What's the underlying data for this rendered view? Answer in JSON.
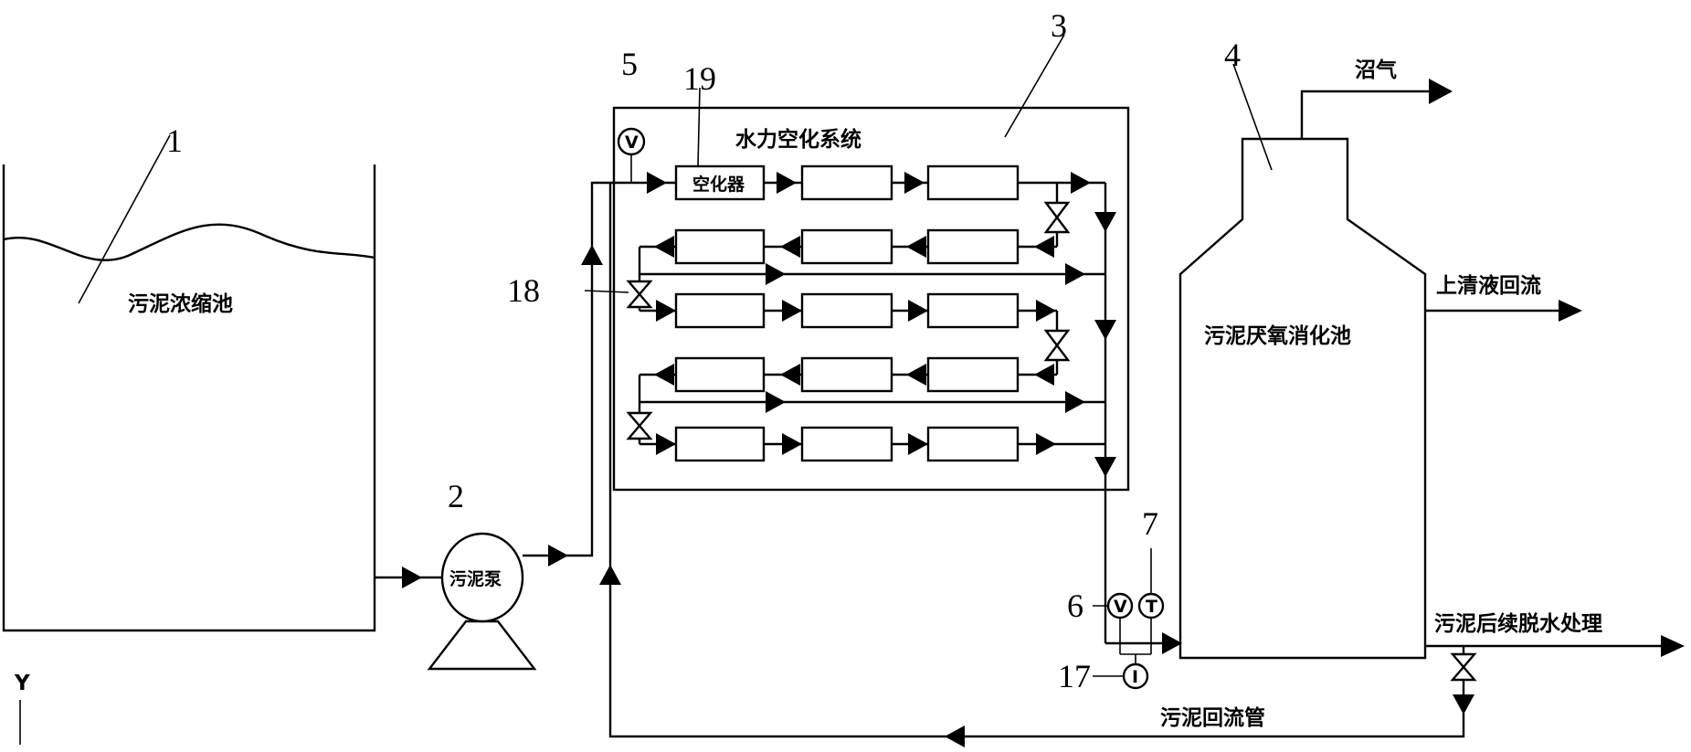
{
  "labels": {
    "thickening_tank": "污泥浓缩池",
    "sludge_pump": "污泥泵",
    "cavitation_system": "水力空化系统",
    "cavitator": "空化器",
    "digester": "污泥厌氧消化池",
    "biogas": "沼气",
    "supernatant_return": "上清液回流",
    "dewatering": "污泥后续脱水处理",
    "return_pipe": "污泥回流管"
  },
  "numbers": {
    "n1": "1",
    "n2": "2",
    "n3": "3",
    "n4": "4",
    "n5": "5",
    "n6": "6",
    "n7": "7",
    "n17": "17",
    "n18": "18",
    "n19": "19"
  },
  "instruments": {
    "valve_symbol": "V",
    "temp_symbol": "T",
    "current_symbol": "I"
  },
  "axis_mark": "Y"
}
